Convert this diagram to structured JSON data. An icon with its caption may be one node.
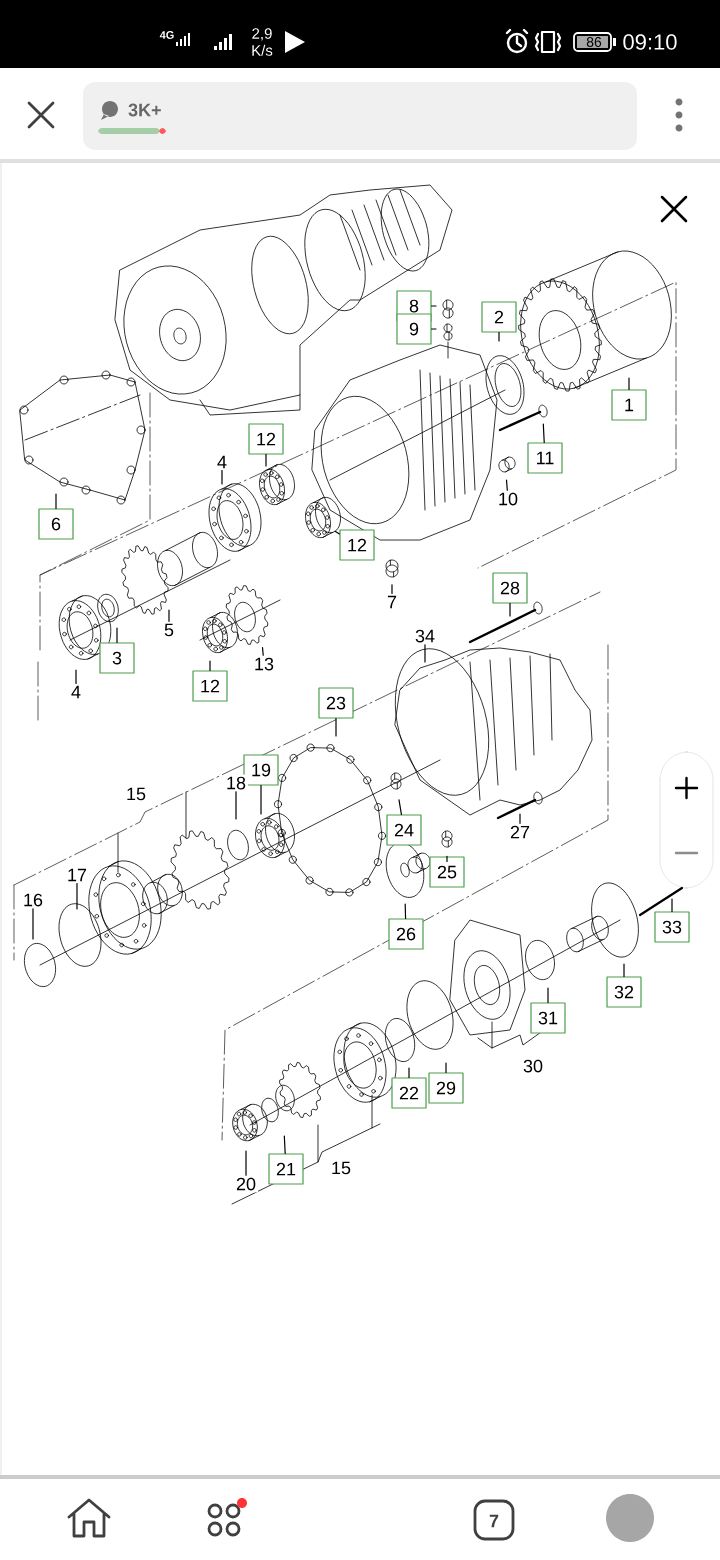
{
  "diagram": {
    "nodes": [
      {
        "text": [
          "8"
        ]
      },
      {
        "text": [
          "2"
        ]
      },
      {
        "text": [
          "9"
        ]
      },
      {
        "text": [
          "1"
        ]
      },
      {
        "text": [
          "12"
        ]
      },
      {
        "text": [
          "11"
        ]
      },
      {
        "text": [
          "4"
        ]
      },
      {
        "text": [
          "10"
        ]
      },
      {
        "text": [
          "6"
        ]
      },
      {
        "text": [
          "12"
        ]
      },
      {
        "text": [
          "28"
        ]
      },
      {
        "text": [
          "7"
        ]
      },
      {
        "text": [
          "5"
        ]
      },
      {
        "text": [
          "34"
        ]
      },
      {
        "text": [
          "3"
        ]
      },
      {
        "text": [
          "13"
        ]
      },
      {
        "text": [
          "12"
        ]
      },
      {
        "text": [
          "4"
        ]
      },
      {
        "text": [
          "23"
        ]
      },
      {
        "text": [
          "19"
        ]
      },
      {
        "text": [
          "18"
        ]
      },
      {
        "text": [
          "24"
        ]
      },
      {
        "text": [
          "27"
        ]
      },
      {
        "text": [
          "25"
        ]
      },
      {
        "text": [
          "17"
        ]
      },
      {
        "text": [
          "16"
        ]
      },
      {
        "text": [
          "26"
        ]
      },
      {
        "text": [
          "33"
        ]
      },
      {
        "text": [
          "32"
        ]
      },
      {
        "text": [
          "31"
        ]
      },
      {
        "text": [
          "29"
        ]
      },
      {
        "text": [
          "22"
        ]
      },
      {
        "text": [
          "21"
        ]
      },
      {
        "text": [
          "20"
        ]
      }
    ],
    "edges": [
      {
        "from": 0,
        "to": null,
        "arrow": "none"
      },
      {
        "from": 1,
        "to": null,
        "arrow": "none"
      },
      {
        "from": 2,
        "to": null,
        "arrow": "none"
      },
      {
        "from": 3,
        "to": null,
        "arrow": "none"
      },
      {
        "from": 4,
        "to": null,
        "arrow": "none"
      },
      {
        "from": 5,
        "to": null,
        "arrow": "none"
      },
      {
        "from": 6,
        "to": null,
        "arrow": "none"
      },
      {
        "from": 7,
        "to": null,
        "arrow": "none"
      },
      {
        "from": 8,
        "to": null,
        "arrow": "none"
      },
      {
        "from": 9,
        "to": null,
        "arrow": "none"
      },
      {
        "from": 10,
        "to": null,
        "arrow": "none"
      },
      {
        "from": 11,
        "to": null,
        "arrow": "none"
      },
      {
        "from": 12,
        "to": null,
        "arrow": "none"
      },
      {
        "from": 13,
        "to": null,
        "arrow": "none"
      },
      {
        "from": 14,
        "to": null,
        "arrow": "none"
      },
      {
        "from": 15,
        "to": null,
        "arrow": "none"
      },
      {
        "from": 16,
        "to": null,
        "arrow": "none"
      },
      {
        "from": 17,
        "to": null,
        "arrow": "none"
      },
      {
        "from": 18,
        "to": null,
        "arrow": "none"
      },
      {
        "from": 19,
        "to": null,
        "arrow": "none"
      },
      {
        "from": 20,
        "to": null,
        "arrow": "none"
      },
      {
        "from": 21,
        "to": null,
        "arrow": "none"
      },
      {
        "from": 22,
        "to": null,
        "arrow": "none"
      },
      {
        "from": 23,
        "to": null,
        "arrow": "none"
      },
      {
        "from": 24,
        "to": null,
        "arrow": "none"
      },
      {
        "from": 25,
        "to": null,
        "arrow": "none"
      },
      {
        "from": 26,
        "to": null,
        "arrow": "none"
      },
      {
        "from": 27,
        "to": null,
        "arrow": "none"
      },
      {
        "from": 28,
        "to": null,
        "arrow": "none"
      },
      {
        "from": 29,
        "to": null,
        "arrow": "none"
      },
      {
        "from": 30,
        "to": null,
        "arrow": "none"
      },
      {
        "from": 31,
        "to": null,
        "arrow": "none"
      },
      {
        "from": 32,
        "to": null,
        "arrow": "none"
      },
      {
        "from": 33,
        "to": null,
        "arrow": "none"
      }
    ],
    "labels": [
      "4G",
      "2,9 K/s",
      "86",
      "09:10",
      "3K+",
      "15",
      "30",
      "15",
      "7"
    ]
  }
}
